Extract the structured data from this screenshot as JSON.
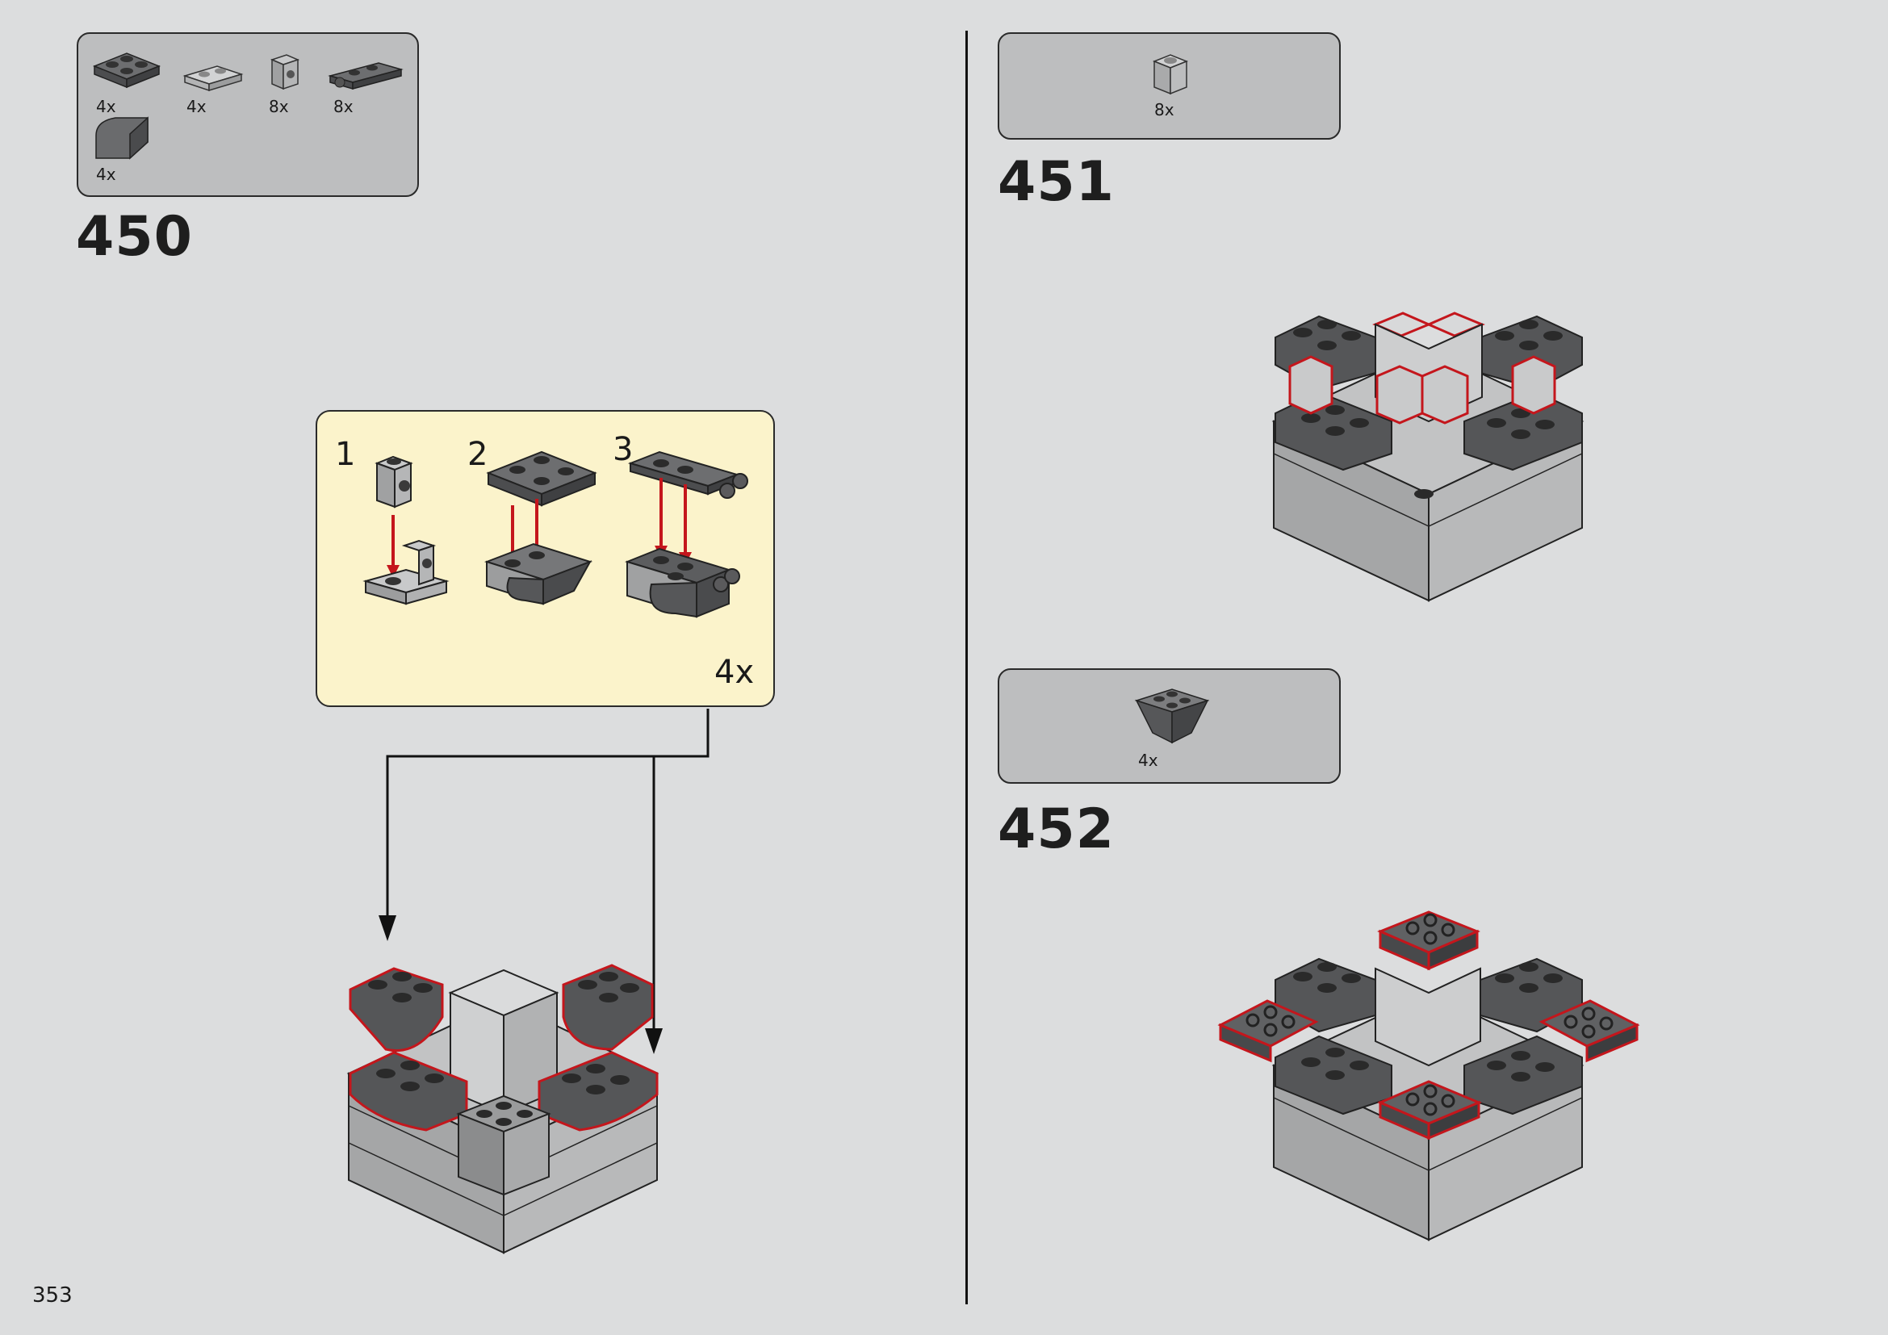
{
  "page": {
    "number": "353"
  },
  "steps": [
    {
      "number": "450",
      "parts": [
        {
          "icon": "plate-2x2-dark-icon",
          "qty": "4x"
        },
        {
          "icon": "plate-1x2-light-icon",
          "qty": "4x"
        },
        {
          "icon": "bracket-1x1-light-icon",
          "qty": "8x"
        },
        {
          "icon": "plate-clip-dark-icon",
          "qty": "8x"
        },
        {
          "icon": "curved-slope-dark-icon",
          "qty": "4x"
        }
      ],
      "subassembly": {
        "steps": [
          "1",
          "2",
          "3"
        ],
        "multiplier": "4x"
      }
    },
    {
      "number": "451",
      "parts": [
        {
          "icon": "brick-1x1-light-icon",
          "qty": "8x"
        }
      ]
    },
    {
      "number": "452",
      "parts": [
        {
          "icon": "inverted-slope-dark-icon",
          "qty": "4x"
        }
      ]
    }
  ],
  "colors": {
    "background": "#dcddde",
    "parts_box": "#bdbebf",
    "subassembly_box": "#fbf3cb",
    "highlight": "#c4161c",
    "dark_brick": "#5b5c5e",
    "light_brick": "#a9aaab"
  }
}
